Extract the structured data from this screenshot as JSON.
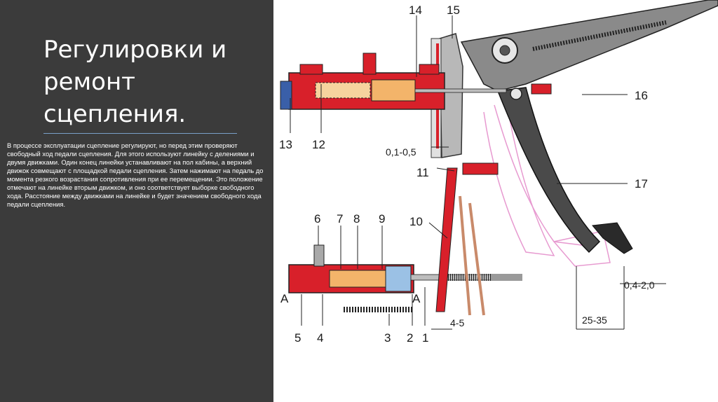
{
  "slide": {
    "title": "Регулировки и ремонт сцепления.",
    "body": "В процессе эксплуатации сцепление регулируют, но перед этим проверяют свободный ход педали сцепления. Для этого используют линейку с делениями и двумя движками. Один конец линейки устанавливают на пол кабины, а верхний движок совмещают с площадкой педали сцепления. Затем нажимают на педаль до момента резкого возрастания сопротивления при ее перемещении. Это положение отмечают на линейке вторым движком, и оно соответствует выборке свободного хода. Расстояние между движками на линейке и будет значением свободного хода педали сцепления."
  },
  "diagram": {
    "labels": {
      "l1": "1",
      "l2": "2",
      "l3": "3",
      "l4": "4",
      "l5": "5",
      "l6": "6",
      "l7": "7",
      "l8": "8",
      "l9": "9",
      "l10": "10",
      "l11": "11",
      "l12": "12",
      "l13": "13",
      "l14": "14",
      "l15": "15",
      "l16": "16",
      "l17": "17",
      "a_left": "A",
      "a_right": "A"
    },
    "dimensions": {
      "d1": "0,1-0,5",
      "d2": "4-5",
      "d3": "25-35",
      "d4": "0,4-2,0"
    },
    "colors": {
      "body_red": "#d8202a",
      "piston_orange": "#f3b46a",
      "cap_blue": "#3a5fa8",
      "pedal_gray": "#4a4a4a",
      "pink_outline": "#e79ad0"
    }
  }
}
